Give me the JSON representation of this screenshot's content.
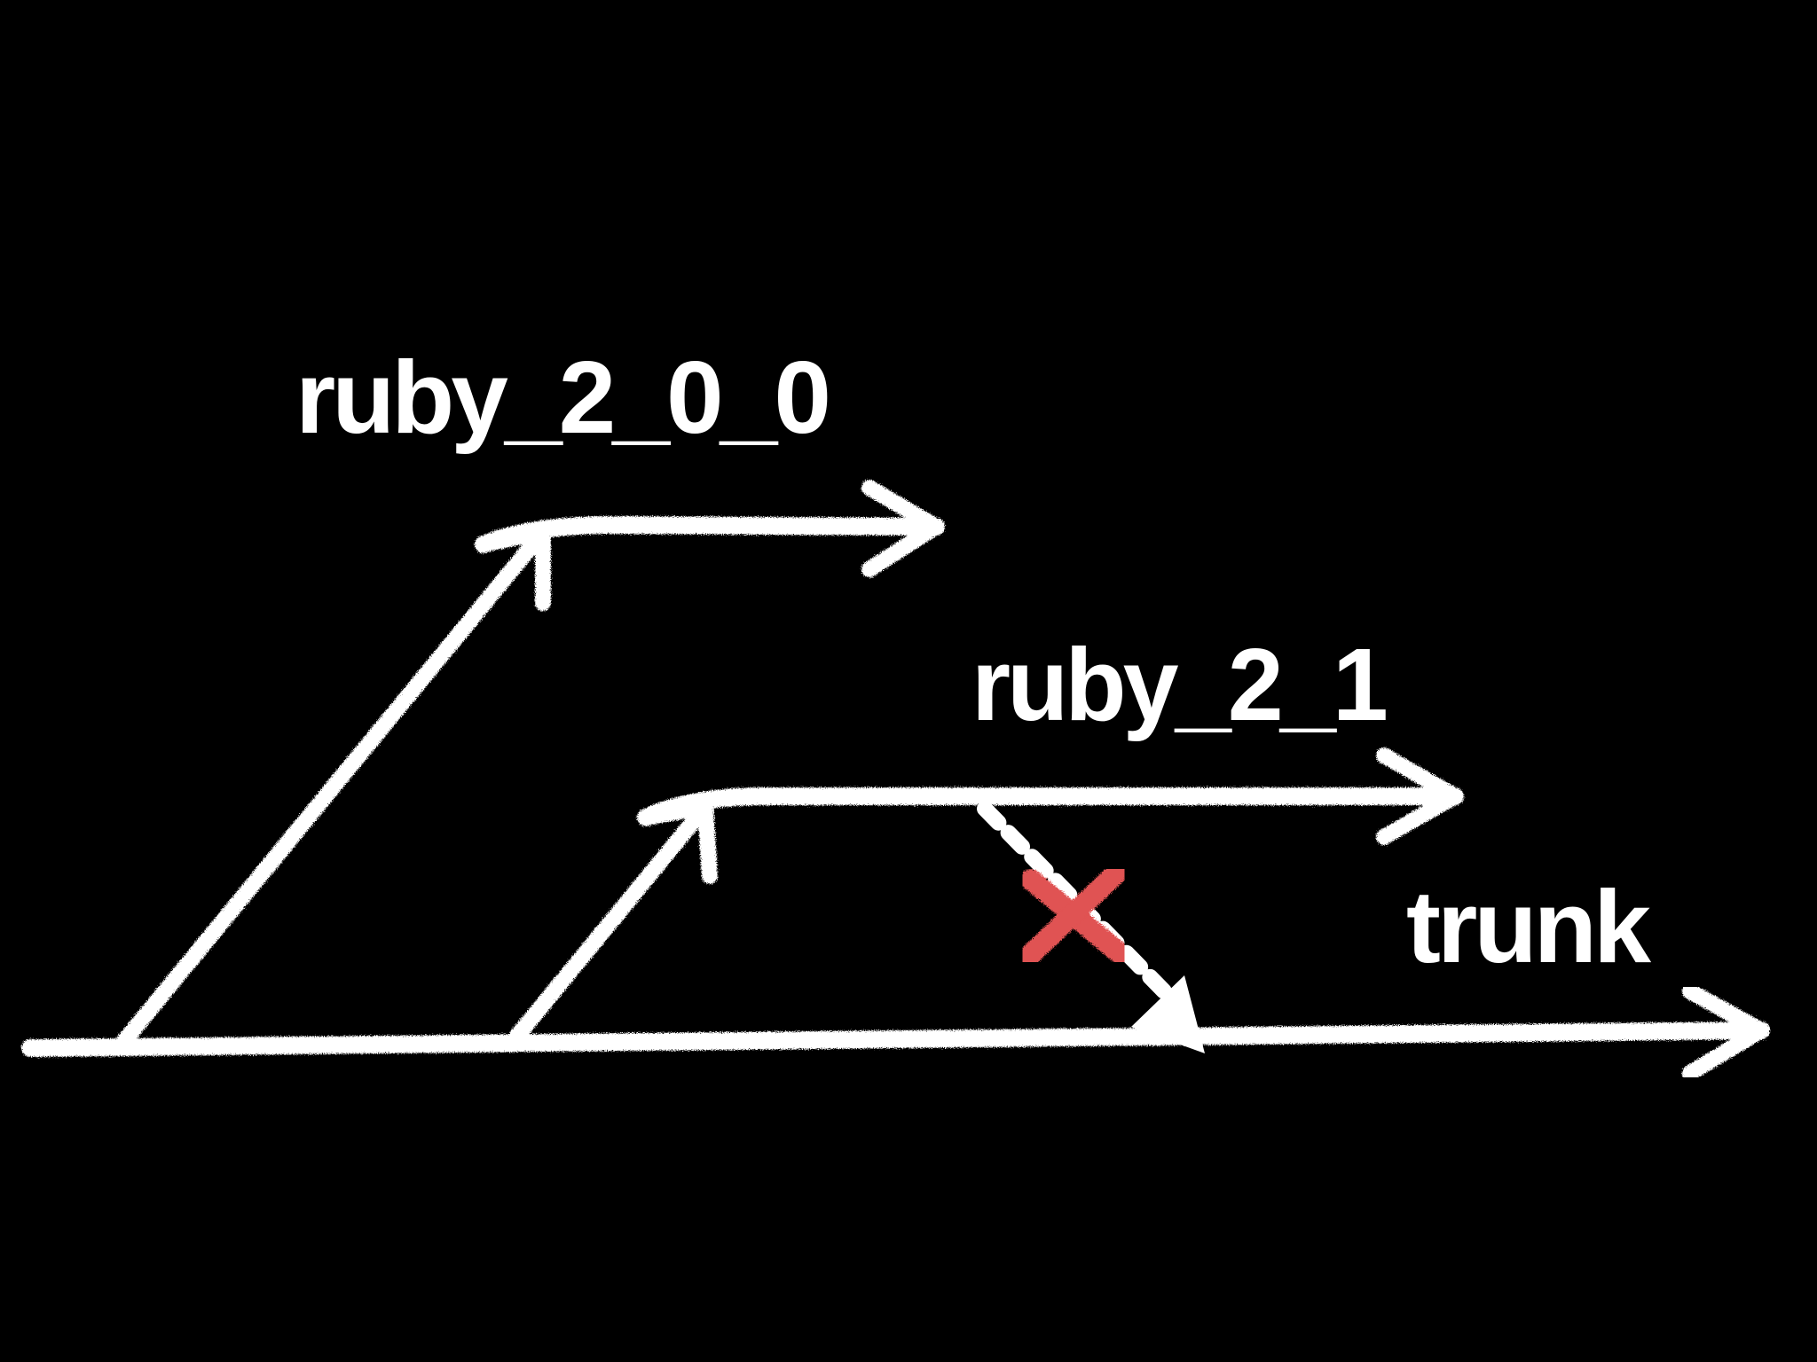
{
  "background_color": "#000000",
  "chalk_color": "#ffffff",
  "blocked_color": "#e05252",
  "branches": {
    "ruby_2_0_0": {
      "label": "ruby_2_0_0"
    },
    "ruby_2_1": {
      "label": "ruby_2_1"
    },
    "trunk": {
      "label": "trunk"
    }
  },
  "blocked_merge": {
    "from": "ruby_2_1",
    "to": "trunk",
    "marker_icon": "cross-icon"
  }
}
